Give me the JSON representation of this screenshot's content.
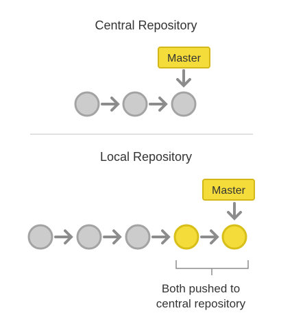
{
  "central": {
    "title": "Central Repository",
    "branch_label": "Master",
    "commit_count": 3
  },
  "local": {
    "title": "Local Repository",
    "branch_label": "Master",
    "commit_count": 5,
    "new_commit_count": 2,
    "caption_line1": "Both pushed to",
    "caption_line2": "central repository"
  },
  "colors": {
    "old_commit_fill": "#cccccc",
    "old_commit_stroke": "#a3a3a3",
    "new_commit_fill": "#f4dc3a",
    "new_commit_stroke": "#d8be18",
    "arrow": "#8c8c8c",
    "tag_fill": "#f4dc3a",
    "tag_stroke": "#d3b719",
    "divider": "#d6d6d6",
    "bracket": "#8c8c8c"
  }
}
